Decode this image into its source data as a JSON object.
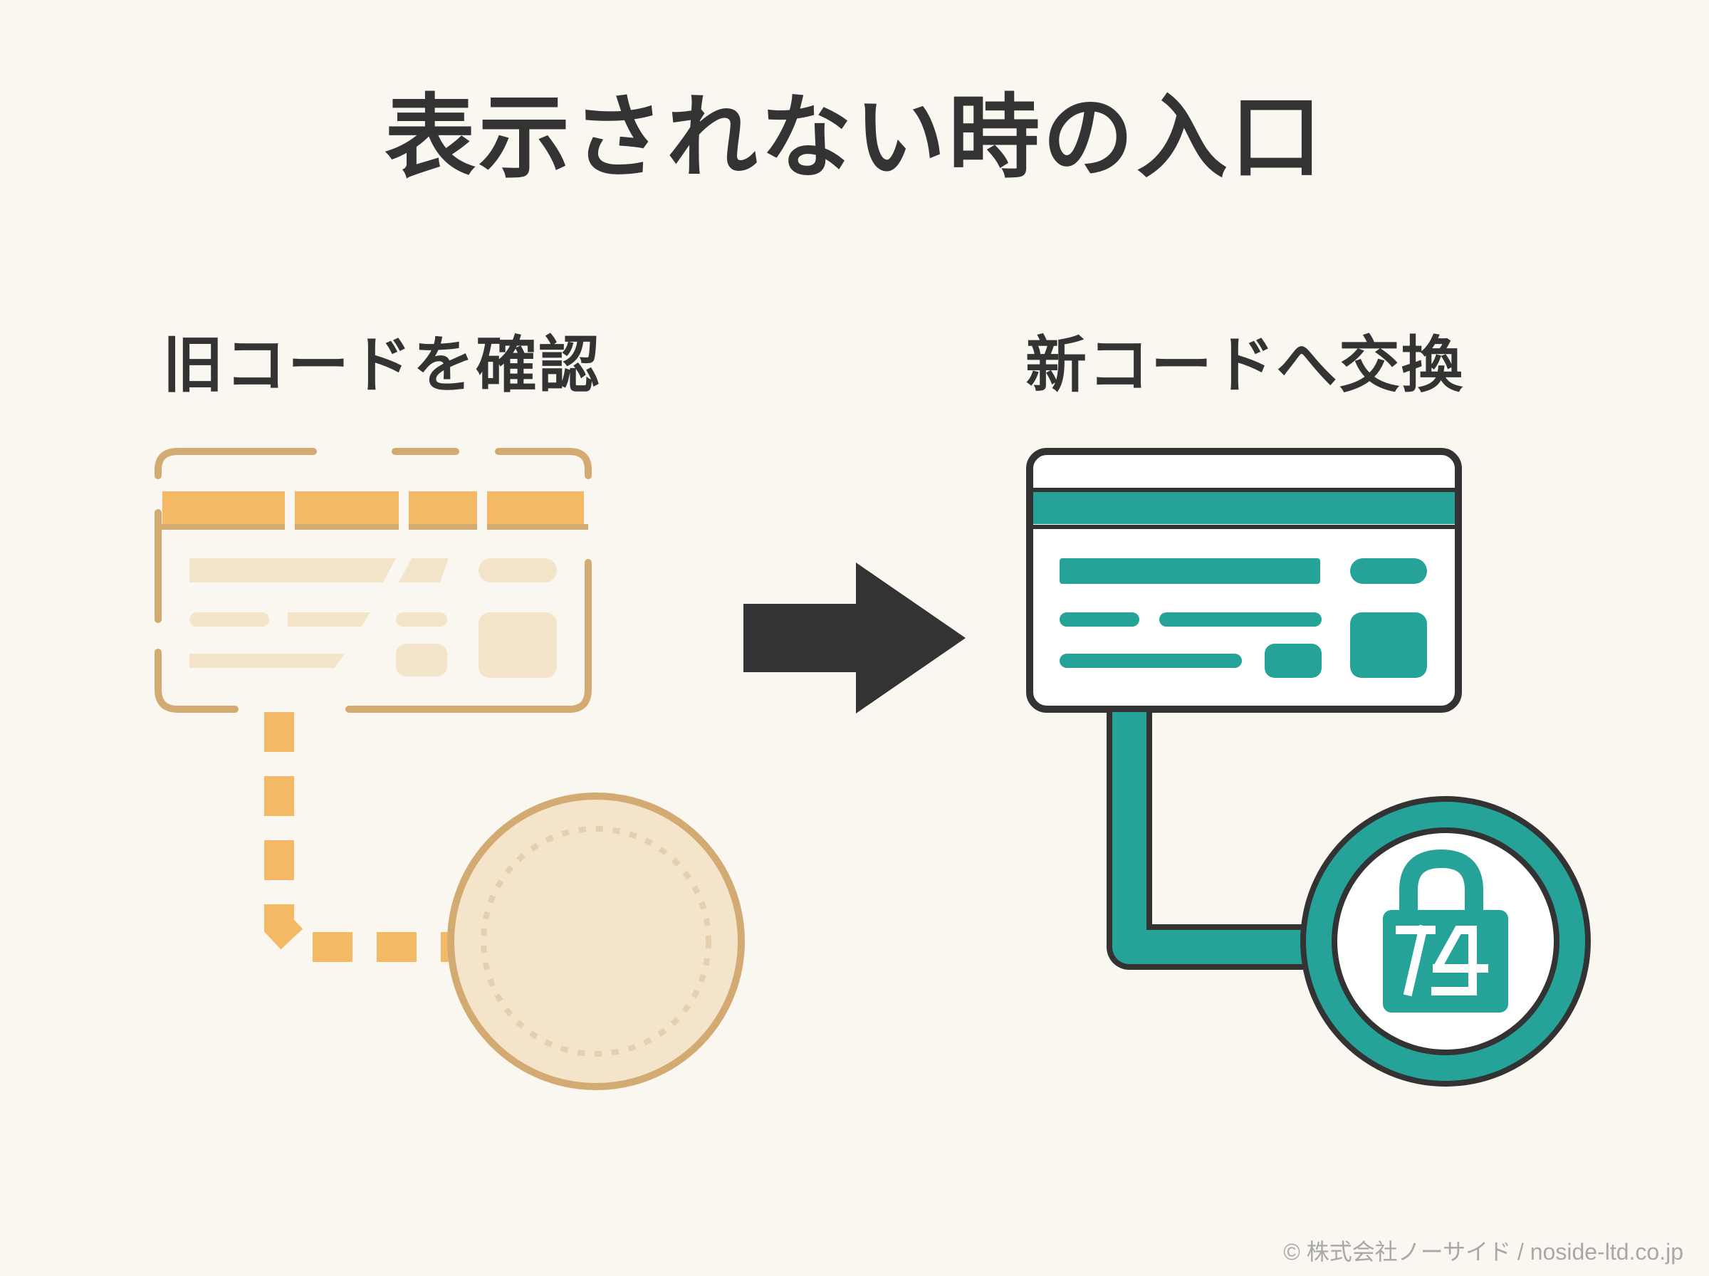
{
  "title": "表示されない時の入口",
  "steps": [
    {
      "label": "旧コードを確認"
    },
    {
      "label": "新コードへ交換"
    }
  ],
  "footer": "© 株式会社ノーサイド / noside-ltd.co.jp",
  "colors": {
    "background": "#faf7f1",
    "old_accent": "#f3b964",
    "old_outline": "#d3aa72",
    "old_fill": "#f4e4ca",
    "new_accent": "#26a399",
    "outline_dark": "#333333",
    "arrow": "#333333"
  },
  "icons": {
    "old_card": "broken-card-icon",
    "old_coin": "empty-coin-icon",
    "arrow": "right-arrow-icon",
    "new_card": "card-icon",
    "new_lock": "lock-badge-icon"
  }
}
